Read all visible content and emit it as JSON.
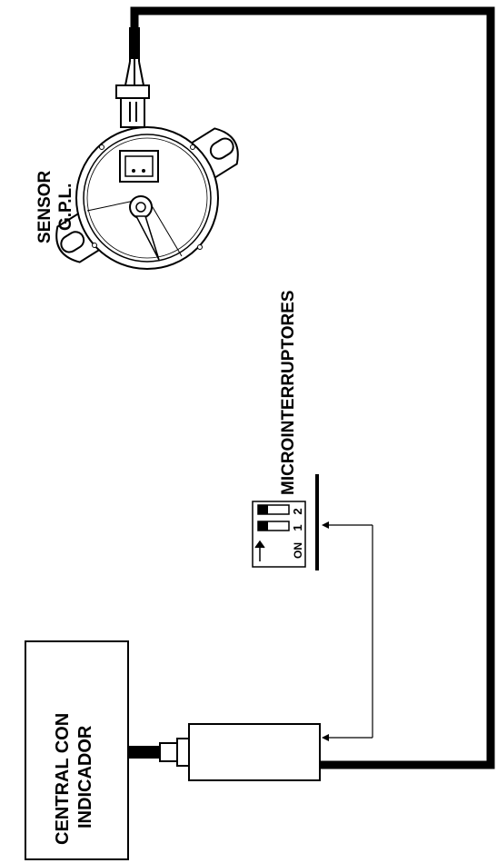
{
  "labels": {
    "sensor_line1": "SENSOR",
    "sensor_line2": "G.P.L.",
    "microswitch": "MICROINTERRUPTORES",
    "central_line1": "CENTRAL CON",
    "central_line2": "INDICADOR"
  },
  "dip_switch": {
    "on_label": "ON",
    "switch_1": "1",
    "switch_2": "2"
  },
  "colors": {
    "line": "#000000",
    "background": "#ffffff"
  }
}
